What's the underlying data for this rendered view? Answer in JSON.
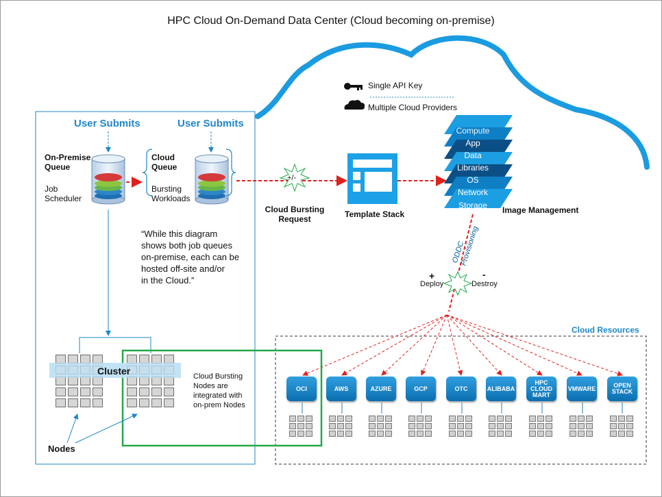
{
  "title": "HPC Cloud On-Demand Data Center (Cloud becoming on-premise)",
  "legend": {
    "api_key": "Single API Key",
    "providers": "Multiple Cloud Providers"
  },
  "user_submits_left": "User Submits",
  "user_submits_right": "User Submits",
  "onprem_queue": {
    "title_line1": "On-Premise",
    "title_line2": "Queue",
    "sub_line1": "Job",
    "sub_line2": "Scheduler"
  },
  "cloud_queue": {
    "title_line1": "Cloud",
    "title_line2": "Queue",
    "sub_line1": "Bursting",
    "sub_line2": "Workloads"
  },
  "quote": [
    "“While this diagram",
    "shows both job queues",
    "on-premise, each can be",
    "hosted off-site and/or",
    "in the  Cloud.”"
  ],
  "bursting_symbol": "+/-",
  "bursting_request": {
    "line1": "Cloud Bursting",
    "line2": "Request"
  },
  "template_stack": "Template Stack",
  "image_layers": [
    "Compute",
    "App",
    "Data",
    "Libraries",
    "OS",
    "Network",
    "Storage"
  ],
  "image_management": "Image Management",
  "provisioning": {
    "line1": "ODDC",
    "line2": "Provisioning"
  },
  "deploy": {
    "sign": "+",
    "label": "Deploy"
  },
  "destroy": {
    "sign": "-",
    "label": "Destroy"
  },
  "cloud_resources": "Cloud Resources",
  "providers": [
    {
      "label": "OCI"
    },
    {
      "label": "AWS"
    },
    {
      "label": "AZURE"
    },
    {
      "label": "GCP"
    },
    {
      "label": "OTC"
    },
    {
      "label": "ALIBABA"
    },
    {
      "label": "HPC CLOUD MART"
    },
    {
      "label": "VMWARE"
    },
    {
      "label": "OPEN STACK"
    }
  ],
  "cluster": "Cluster",
  "bursting_nodes": [
    "Cloud Bursting",
    "Nodes are",
    "integrated with",
    "on-prem Nodes"
  ],
  "nodes": "Nodes",
  "colors": {
    "accent": "#1f87c9",
    "dashed_red": "#e0201c",
    "green": "#22a84a",
    "layer_dark": "#0b5e9a",
    "layer_light": "#1c9ee2"
  }
}
